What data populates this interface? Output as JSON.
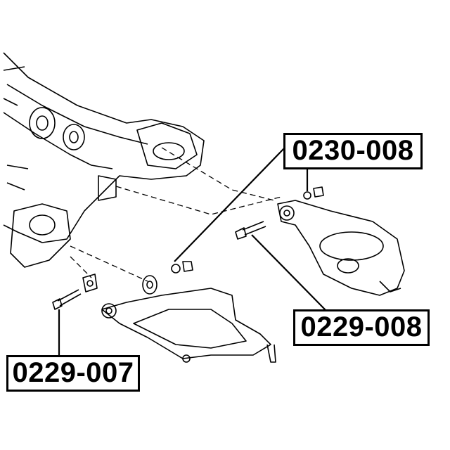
{
  "labels": {
    "upper_right": "0230-008",
    "lower_right": "0229-008",
    "lower_left": "0229-007"
  },
  "colors": {
    "line": "#000000",
    "background": "#ffffff"
  }
}
